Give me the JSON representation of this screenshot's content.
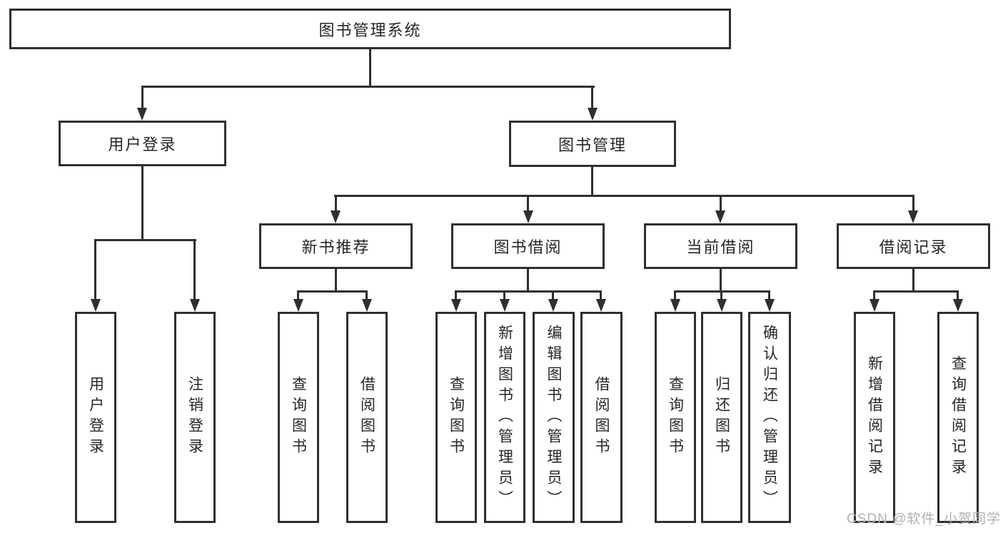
{
  "diagram": {
    "root": {
      "label": "图书管理系统"
    },
    "level2": [
      {
        "label": "用户登录"
      },
      {
        "label": "图书管理"
      }
    ],
    "level3": [
      {
        "label": "新书推荐"
      },
      {
        "label": "图书借阅"
      },
      {
        "label": "当前借阅"
      },
      {
        "label": "借阅记录"
      }
    ],
    "leaves": {
      "login": [
        "用户登录",
        "注销登录"
      ],
      "recommend": [
        "查询图书",
        "借阅图书"
      ],
      "borrow": [
        "查询图书",
        "新增图书（管理员）",
        "编辑图书（管理员）",
        "借阅图书"
      ],
      "current": [
        "查询图书",
        "归还图书",
        "确认归还（管理员）"
      ],
      "records": [
        "新增借阅记录",
        "查询借阅记录"
      ]
    }
  },
  "watermark": {
    "text": "CSDN @软件_小贺同学"
  },
  "colors": {
    "line": "#2f2f2f",
    "node_text": "#262626",
    "watermark_text": "#b0b0b0",
    "background": "#ffffff"
  }
}
